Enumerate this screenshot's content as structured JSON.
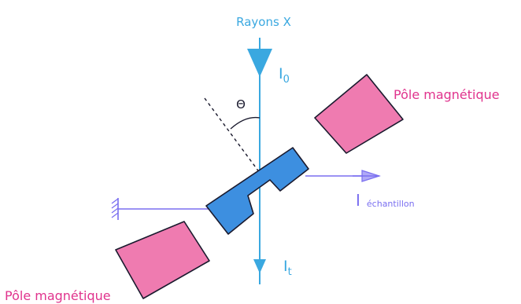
{
  "labels": {
    "beam": "Rayons X",
    "incident_intensity": "I",
    "incident_sub": "0",
    "transmitted_intensity": "I",
    "transmitted_sub": "t",
    "sample_current": "I",
    "sample_current_sub": "échantillon",
    "angle": "Θ",
    "pole_top": "Pôle magnétique",
    "pole_bottom": "Pôle magnétique"
  },
  "colors": {
    "beam": "#3aa8e0",
    "sample": "#3d8fe0",
    "pole": "#ef7bb0",
    "pole_text": "#e0338d",
    "circuit": "#7a6ff0",
    "outline": "#1a1a2e"
  }
}
